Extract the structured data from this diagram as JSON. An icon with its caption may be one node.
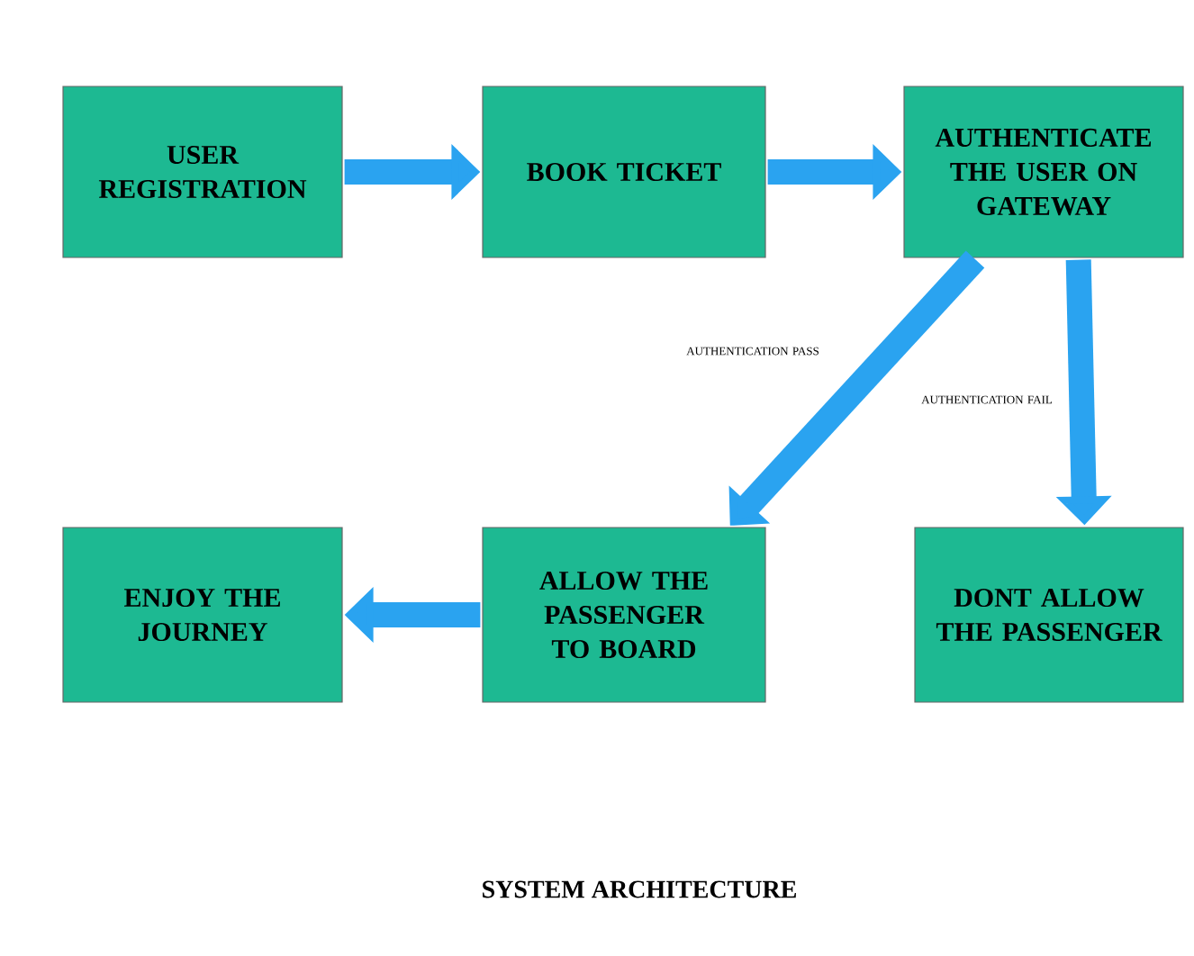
{
  "diagram": {
    "caption": "SYSTEM ARCHITECTURE",
    "nodes": [
      {
        "text": [
          "USER REGISTRATION"
        ]
      },
      {
        "text": [
          "BOOK TICKET"
        ]
      },
      {
        "text": [
          "AUTHENTICATE THE USER ON GATEWAY"
        ]
      },
      {
        "text": [
          "ENJOY THE JOURNEY"
        ]
      },
      {
        "text": [
          "ALLOW THE PASSENGER TO BOARD"
        ]
      },
      {
        "text": [
          "DONT ALLOW THE PASSENGER"
        ]
      }
    ],
    "edges": [
      {
        "from": 0,
        "to": 1,
        "arrow": "to"
      },
      {
        "from": 1,
        "to": 2,
        "arrow": "to"
      },
      {
        "from": 2,
        "to": 4,
        "arrow": "to",
        "label": "AUTHENTICATION PASS"
      },
      {
        "from": 2,
        "to": 5,
        "arrow": "to",
        "label": "AUTHENTICATION FAIL"
      },
      {
        "from": 4,
        "to": 3,
        "arrow": "to"
      }
    ]
  }
}
